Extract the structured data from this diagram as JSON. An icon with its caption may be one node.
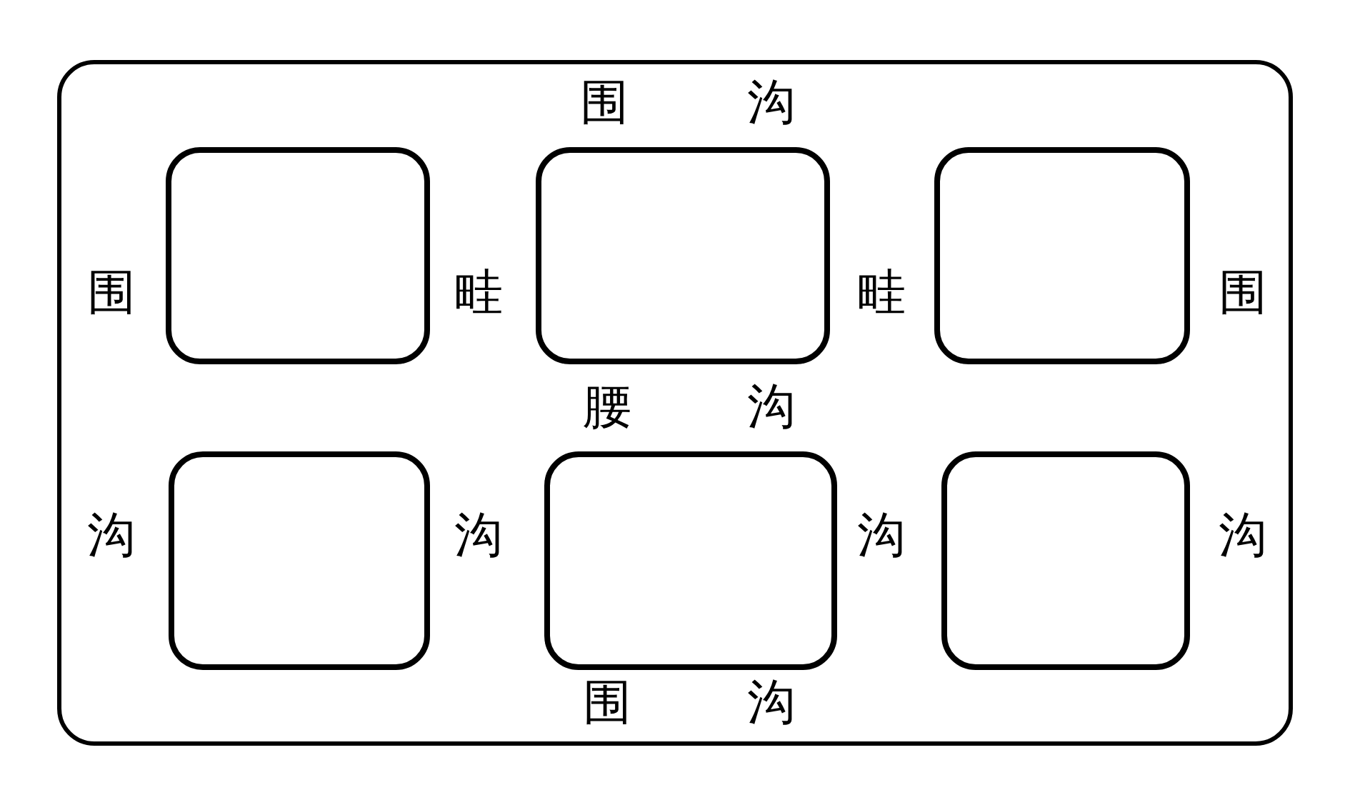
{
  "diagram": {
    "nodes": [
      {
        "text": [],
        "shape": "box"
      },
      {
        "text": [],
        "shape": "box",
        "in": 0
      },
      {
        "text": [],
        "shape": "box",
        "in": 0
      },
      {
        "text": [],
        "shape": "box",
        "in": 0
      },
      {
        "text": [],
        "shape": "box",
        "in": 0
      },
      {
        "text": [],
        "shape": "box",
        "in": 0
      },
      {
        "text": [],
        "shape": "box",
        "in": 0
      }
    ],
    "labels": [
      "围",
      "沟",
      "围",
      "畦",
      "畦",
      "围",
      "腰",
      "沟",
      "沟",
      "沟",
      "沟",
      "沟",
      "围",
      "沟"
    ]
  }
}
